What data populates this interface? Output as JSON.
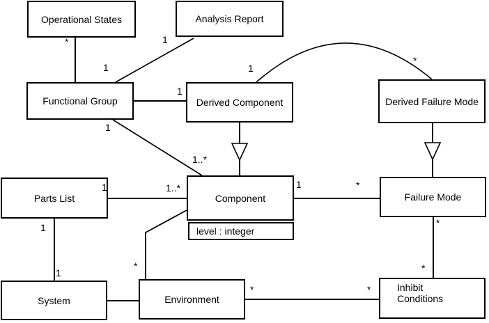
{
  "diagram": {
    "type": "uml-class-diagram",
    "colors": {
      "background": "#ffffff",
      "stroke": "#000000",
      "text": "#000000"
    },
    "classes": [
      {
        "label": "Operational States"
      },
      {
        "label": "Analysis Report"
      },
      {
        "label": "Functional Group"
      },
      {
        "label": "Derived Component"
      },
      {
        "label": "Derived Failure Mode"
      },
      {
        "label": "Parts List"
      },
      {
        "label": "Component",
        "attributes": [
          "level : integer"
        ]
      },
      {
        "label": "Failure Mode"
      },
      {
        "label": "System"
      },
      {
        "label": "Environment"
      },
      {
        "label": "Inhibit Conditions"
      }
    ],
    "relationships": [
      {
        "from": "Operational States",
        "to": "Functional Group",
        "type": "association",
        "from_mult": "*",
        "to_mult": "1"
      },
      {
        "from": "Analysis Report",
        "to": "Functional Group",
        "type": "association",
        "from_mult": "1"
      },
      {
        "from": "Functional Group",
        "to": "Derived Component",
        "type": "association",
        "to_mult": "1"
      },
      {
        "from": "Derived Component",
        "to": "Derived Failure Mode",
        "type": "association",
        "from_mult": "1",
        "to_mult": "*"
      },
      {
        "from": "Derived Component",
        "to": "Component",
        "type": "generalization"
      },
      {
        "from": "Derived Failure Mode",
        "to": "Failure Mode",
        "type": "generalization"
      },
      {
        "from": "Functional Group",
        "to": "Component",
        "type": "association",
        "from_mult": "1",
        "to_mult": "1..*"
      },
      {
        "from": "Parts List",
        "to": "Component",
        "type": "association",
        "from_mult": "1",
        "to_mult": "1..*"
      },
      {
        "from": "Component",
        "to": "Failure Mode",
        "type": "association",
        "from_mult": "1",
        "to_mult": "*"
      },
      {
        "from": "Parts List",
        "to": "System",
        "type": "association",
        "from_mult": "1",
        "to_mult": "1"
      },
      {
        "from": "System",
        "to": "Environment",
        "type": "association"
      },
      {
        "from": "Environment",
        "to": "Component",
        "type": "association",
        "from_mult": "*"
      },
      {
        "from": "Environment",
        "to": "Inhibit Conditions",
        "type": "association",
        "from_mult": "*",
        "to_mult": "*"
      },
      {
        "from": "Failure Mode",
        "to": "Inhibit Conditions",
        "type": "association",
        "from_mult": "*",
        "to_mult": "*"
      }
    ]
  }
}
